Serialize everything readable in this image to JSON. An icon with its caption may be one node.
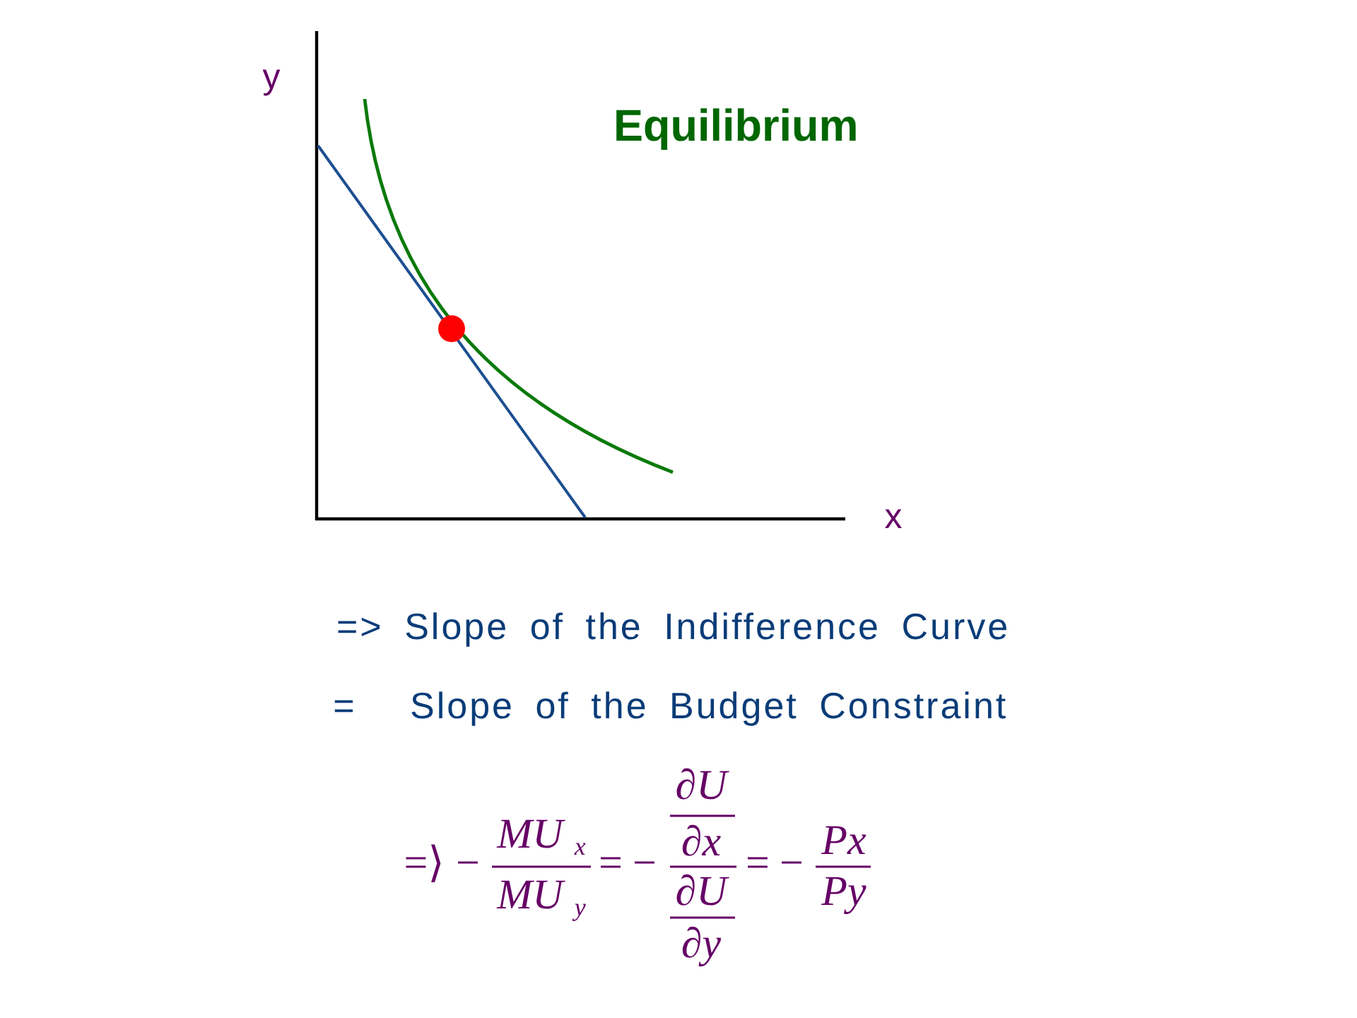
{
  "diagram": {
    "title": "Equilibrium",
    "labels": [
      "y",
      "x",
      "=> Slope of the Indifference Curve",
      "=",
      "Slope of the Budget Constraint",
      "=⟩",
      "−",
      "MU$_{x}$",
      "MU$_{y}$",
      "=",
      "−",
      "∂U",
      "∂x",
      "∂U",
      "∂y",
      "=",
      "−",
      "Px",
      "Py"
    ]
  }
}
